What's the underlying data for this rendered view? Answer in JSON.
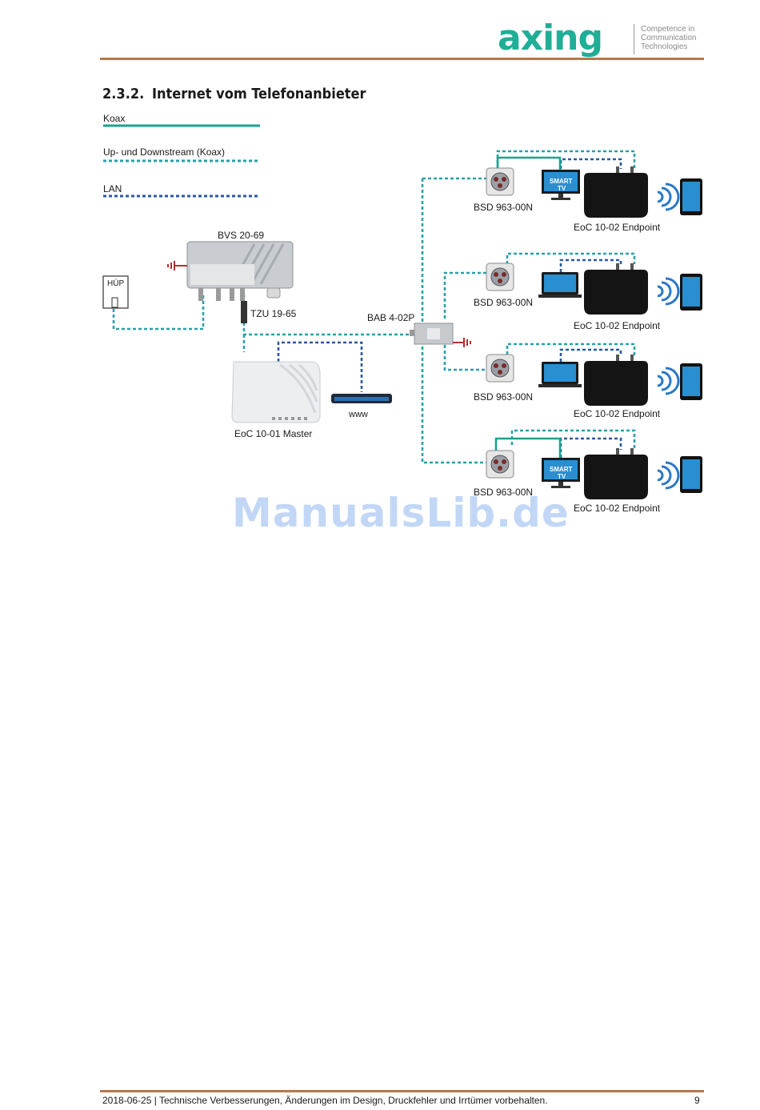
{
  "header": {
    "logo_text": "axing",
    "logo_tagline": [
      "Competence in",
      "Communication",
      "Technologies"
    ]
  },
  "section": {
    "number": "2.3.2.",
    "title": "Internet vom Telefonanbieter"
  },
  "legend": {
    "koax": "Koax",
    "updown": "Up- und Downstream (Koax)",
    "lan": "LAN"
  },
  "colors": {
    "koax": "#1aa48e",
    "updown": "#2aa0a8",
    "lan": "#2a5aa0",
    "accent_rule": "#b8764a",
    "ground": "#b03030"
  },
  "devices": {
    "hup": "HÜP",
    "bvs": "BVS 20-69",
    "tzu": "TZU 19-65",
    "master": "EoC 10-01 Master",
    "www": "www",
    "bab": "BAB 4-02P",
    "bsd": [
      "BSD 963-00N",
      "BSD 963-00N",
      "BSD 963-00N",
      "BSD 963-00N"
    ],
    "endpoint": [
      "EoC 10-02 Endpoint",
      "EoC 10-02 Endpoint",
      "EoC 10-02 Endpoint",
      "EoC 10-02 Endpoint"
    ],
    "smart_tv": [
      "SMART",
      "TV"
    ]
  },
  "watermark": "ManualsLib.de",
  "footer": {
    "text": "2018-06-25 | Technische Verbesserungen, Änderungen im Design, Druckfehler und Irrtümer vorbehalten.",
    "page": "9"
  }
}
